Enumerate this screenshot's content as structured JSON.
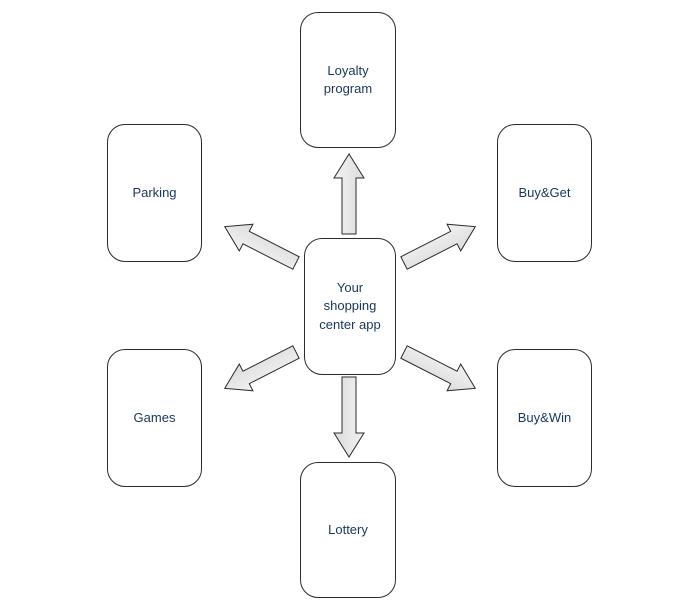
{
  "diagram": {
    "title": "",
    "nodes": {
      "center": {
        "label": "Your shopping center app"
      },
      "loyalty": {
        "label": "Loyalty program"
      },
      "parking": {
        "label": "Parking"
      },
      "buy_get": {
        "label": "Buy&Get"
      },
      "games": {
        "label": "Games"
      },
      "buy_win": {
        "label": "Buy&Win"
      },
      "lottery": {
        "label": "Lottery"
      }
    },
    "arrows": [
      {
        "from": "center",
        "to": "loyalty"
      },
      {
        "from": "center",
        "to": "parking"
      },
      {
        "from": "center",
        "to": "buy_get"
      },
      {
        "from": "center",
        "to": "games"
      },
      {
        "from": "center",
        "to": "buy_win"
      },
      {
        "from": "center",
        "to": "lottery"
      }
    ],
    "colors": {
      "background": "#ffffff",
      "box_fill": "#ffffff",
      "box_border": "#2b2b2b",
      "text": "#17365d",
      "arrow_fill": "#e7e7e7",
      "arrow_border": "#2b2b2b"
    }
  }
}
